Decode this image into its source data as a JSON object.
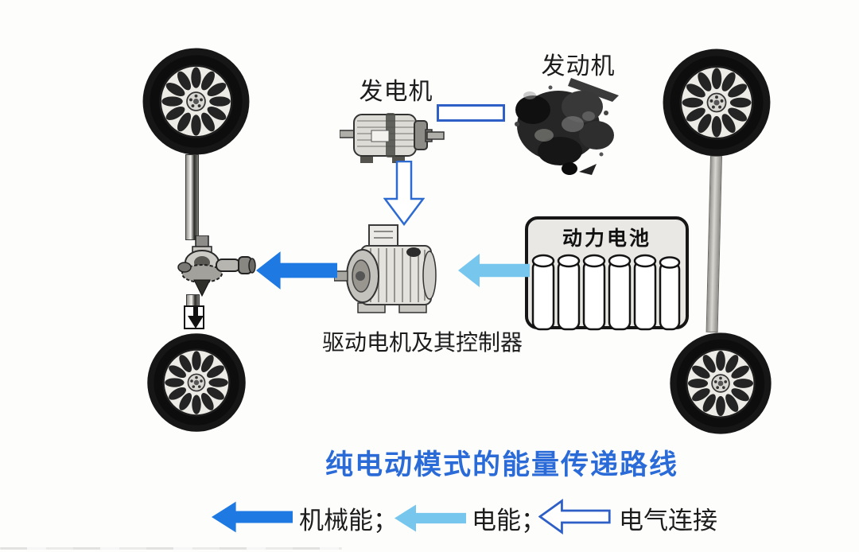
{
  "title": {
    "text": "纯电动模式的能量传递路线",
    "color": "#2a6bd8"
  },
  "components": {
    "generator": {
      "label": "发电机"
    },
    "engine": {
      "label": "发动机"
    },
    "drive_motor": {
      "label": "驱动电机及其控制器"
    },
    "battery": {
      "label": "动力电池",
      "cell_count": 6
    },
    "wheels": {
      "count": 4
    },
    "differential": {
      "present": true
    }
  },
  "flows": [
    {
      "from": "generator",
      "to": "engine",
      "style": "outline-rect",
      "color": "#2d5fc6"
    },
    {
      "from": "generator",
      "to": "drive_motor",
      "style": "outline-arrow-down",
      "color": "#2d6bd0"
    },
    {
      "from": "battery",
      "to": "drive_motor",
      "style": "solid-arrow-left",
      "color": "#76c6ee"
    },
    {
      "from": "drive_motor",
      "to": "differential",
      "style": "solid-arrow-left",
      "color": "#1e79e2"
    }
  ],
  "legend": {
    "items": [
      {
        "label": "机械能；",
        "arrow": "solid",
        "color": "#1e79e2"
      },
      {
        "label": "电能；",
        "arrow": "solid",
        "color": "#76c6ee"
      },
      {
        "label": "电气连接",
        "arrow": "outline",
        "color": "#2d5fc6"
      }
    ]
  },
  "colors": {
    "mechanical_arrow": "#1e79e2",
    "electric_arrow": "#76c6ee",
    "outline_arrow_stroke": "#2d5fc6",
    "title_blue": "#2a6bd8",
    "background": "#fdfdfc"
  }
}
